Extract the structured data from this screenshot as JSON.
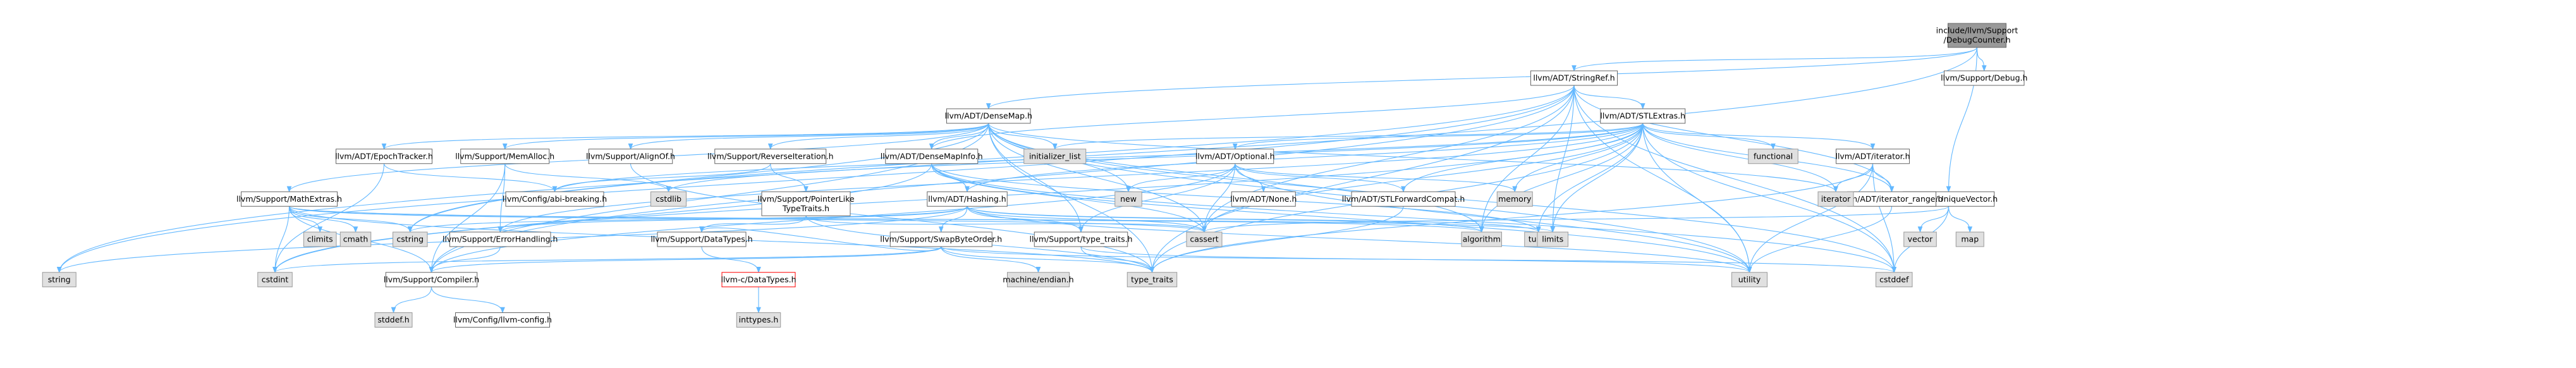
{
  "graph": {
    "title": "include/llvm/Support/DebugCounter.h",
    "colors": {
      "edge": "#63b8ff",
      "root_fill": "#999999",
      "internal_fill": "#ffffff",
      "external_fill": "#e0e0e0",
      "error_border": "#ff0000"
    },
    "nodes": [
      {
        "id": "root",
        "label": "include/llvm/Support\n/DebugCounter.h",
        "kind": "root"
      },
      {
        "id": "stringref",
        "label": "llvm/ADT/StringRef.h",
        "kind": "internal"
      },
      {
        "id": "debug",
        "label": "llvm/Support/Debug.h",
        "kind": "internal"
      },
      {
        "id": "uniquevector",
        "label": "llvm/ADT/UniqueVector.h",
        "kind": "internal"
      },
      {
        "id": "densemap",
        "label": "llvm/ADT/DenseMap.h",
        "kind": "internal"
      },
      {
        "id": "stlextras",
        "label": "llvm/ADT/STLExtras.h",
        "kind": "internal"
      },
      {
        "id": "epochtracker",
        "label": "llvm/ADT/EpochTracker.h",
        "kind": "internal"
      },
      {
        "id": "memalloc",
        "label": "llvm/Support/MemAlloc.h",
        "kind": "internal"
      },
      {
        "id": "alignof",
        "label": "llvm/Support/AlignOf.h",
        "kind": "internal"
      },
      {
        "id": "reverseiter",
        "label": "llvm/Support/ReverseIteration.h",
        "kind": "internal"
      },
      {
        "id": "densemapinfo",
        "label": "llvm/ADT/DenseMapInfo.h",
        "kind": "internal"
      },
      {
        "id": "initlist",
        "label": "initializer_list",
        "kind": "external"
      },
      {
        "id": "optional",
        "label": "llvm/ADT/Optional.h",
        "kind": "internal"
      },
      {
        "id": "functional",
        "label": "functional",
        "kind": "external"
      },
      {
        "id": "adtiterator",
        "label": "llvm/ADT/iterator.h",
        "kind": "internal"
      },
      {
        "id": "mathextras",
        "label": "llvm/Support/MathExtras.h",
        "kind": "internal"
      },
      {
        "id": "abibreaking",
        "label": "llvm/Config/abi-breaking.h",
        "kind": "internal"
      },
      {
        "id": "cstdlib",
        "label": "cstdlib",
        "kind": "external"
      },
      {
        "id": "pointerlike",
        "label": "llvm/Support/PointerLike\nTypeTraits.h",
        "kind": "internal"
      },
      {
        "id": "hashing",
        "label": "llvm/ADT/Hashing.h",
        "kind": "internal"
      },
      {
        "id": "new",
        "label": "new",
        "kind": "external"
      },
      {
        "id": "none",
        "label": "llvm/ADT/None.h",
        "kind": "internal"
      },
      {
        "id": "stlfwd",
        "label": "llvm/ADT/STLForwardCompat.h",
        "kind": "internal"
      },
      {
        "id": "memory",
        "label": "memory",
        "kind": "external"
      },
      {
        "id": "iteratorrange",
        "label": "llvm/ADT/iterator_range.h",
        "kind": "internal"
      },
      {
        "id": "iterator",
        "label": "iterator",
        "kind": "external"
      },
      {
        "id": "climits",
        "label": "climits",
        "kind": "external"
      },
      {
        "id": "cmath",
        "label": "cmath",
        "kind": "external"
      },
      {
        "id": "cstring",
        "label": "cstring",
        "kind": "external"
      },
      {
        "id": "errorhandling",
        "label": "llvm/Support/ErrorHandling.h",
        "kind": "internal"
      },
      {
        "id": "datatypes",
        "label": "llvm/Support/DataTypes.h",
        "kind": "internal"
      },
      {
        "id": "swapbyteorder",
        "label": "llvm/Support/SwapByteOrder.h",
        "kind": "internal"
      },
      {
        "id": "typetraitsh",
        "label": "llvm/Support/type_traits.h",
        "kind": "internal"
      },
      {
        "id": "cassert",
        "label": "cassert",
        "kind": "external"
      },
      {
        "id": "algorithm",
        "label": "algorithm",
        "kind": "external"
      },
      {
        "id": "tuple",
        "label": "tuple",
        "kind": "external"
      },
      {
        "id": "limits",
        "label": "limits",
        "kind": "external"
      },
      {
        "id": "vector",
        "label": "vector",
        "kind": "external"
      },
      {
        "id": "map",
        "label": "map",
        "kind": "external"
      },
      {
        "id": "string",
        "label": "string",
        "kind": "external"
      },
      {
        "id": "cstdint",
        "label": "cstdint",
        "kind": "external"
      },
      {
        "id": "compiler",
        "label": "llvm/Support/Compiler.h",
        "kind": "internal"
      },
      {
        "id": "cdatatypes",
        "label": "llvm-c/DataTypes.h",
        "kind": "error"
      },
      {
        "id": "machineendian",
        "label": "machine/endian.h",
        "kind": "external"
      },
      {
        "id": "typetraits",
        "label": "type_traits",
        "kind": "external"
      },
      {
        "id": "utility",
        "label": "utility",
        "kind": "external"
      },
      {
        "id": "cstddef",
        "label": "cstddef",
        "kind": "external"
      },
      {
        "id": "stddef",
        "label": "stddef.h",
        "kind": "external"
      },
      {
        "id": "llvmconfig",
        "label": "llvm/Config/llvm-config.h",
        "kind": "internal"
      },
      {
        "id": "inttypes",
        "label": "inttypes.h",
        "kind": "external"
      }
    ],
    "edges": [
      [
        "root",
        "stringref"
      ],
      [
        "root",
        "debug"
      ],
      [
        "root",
        "uniquevector"
      ],
      [
        "root",
        "densemap"
      ],
      [
        "root",
        "string"
      ],
      [
        "stringref",
        "stlextras"
      ],
      [
        "stringref",
        "densemapinfo"
      ],
      [
        "stringref",
        "compiler"
      ],
      [
        "stringref",
        "algorithm"
      ],
      [
        "stringref",
        "cassert"
      ],
      [
        "stringref",
        "cstddef"
      ],
      [
        "stringref",
        "cstring"
      ],
      [
        "stringref",
        "limits"
      ],
      [
        "stringref",
        "string"
      ],
      [
        "stringref",
        "typetraits"
      ],
      [
        "stringref",
        "utility"
      ],
      [
        "stringref",
        "iteratorrange"
      ],
      [
        "uniquevector",
        "cassert"
      ],
      [
        "uniquevector",
        "map"
      ],
      [
        "uniquevector",
        "vector"
      ],
      [
        "uniquevector",
        "cstddef"
      ],
      [
        "densemap",
        "epochtracker"
      ],
      [
        "densemap",
        "memalloc"
      ],
      [
        "densemap",
        "alignof"
      ],
      [
        "densemap",
        "reverseiter"
      ],
      [
        "densemap",
        "densemapinfo"
      ],
      [
        "densemap",
        "initlist"
      ],
      [
        "densemap",
        "mathextras"
      ],
      [
        "densemap",
        "compiler"
      ],
      [
        "densemap",
        "typetraitsh"
      ],
      [
        "densemap",
        "algorithm"
      ],
      [
        "densemap",
        "cassert"
      ],
      [
        "densemap",
        "cstddef"
      ],
      [
        "densemap",
        "cstring"
      ],
      [
        "densemap",
        "iterator"
      ],
      [
        "densemap",
        "new"
      ],
      [
        "densemap",
        "typetraits"
      ],
      [
        "densemap",
        "utility"
      ],
      [
        "stlextras",
        "hashing"
      ],
      [
        "stlextras",
        "optional"
      ],
      [
        "stlextras",
        "stlfwd"
      ],
      [
        "stlextras",
        "adtiterator"
      ],
      [
        "stlextras",
        "iteratorrange"
      ],
      [
        "stlextras",
        "abibreaking"
      ],
      [
        "stlextras",
        "errorhandling"
      ],
      [
        "stlextras",
        "algorithm"
      ],
      [
        "stlextras",
        "cassert"
      ],
      [
        "stlextras",
        "cstddef"
      ],
      [
        "stlextras",
        "cstdint"
      ],
      [
        "stlextras",
        "cstdlib"
      ],
      [
        "stlextras",
        "functional"
      ],
      [
        "stlextras",
        "initlist"
      ],
      [
        "stlextras",
        "iterator"
      ],
      [
        "stlextras",
        "limits"
      ],
      [
        "stlextras",
        "memory"
      ],
      [
        "stlextras",
        "tuple"
      ],
      [
        "stlextras",
        "typetraits"
      ],
      [
        "stlextras",
        "utility"
      ],
      [
        "epochtracker",
        "abibreaking"
      ],
      [
        "epochtracker",
        "cstdint"
      ],
      [
        "memalloc",
        "compiler"
      ],
      [
        "memalloc",
        "errorhandling"
      ],
      [
        "memalloc",
        "cstdlib"
      ],
      [
        "alignof",
        "typetraits"
      ],
      [
        "reverseiter",
        "abibreaking"
      ],
      [
        "reverseiter",
        "pointerlike"
      ],
      [
        "densemapinfo",
        "hashing"
      ],
      [
        "densemapinfo",
        "cassert"
      ],
      [
        "densemapinfo",
        "cstddef"
      ],
      [
        "densemapinfo",
        "cstdint"
      ],
      [
        "densemapinfo",
        "tuple"
      ],
      [
        "densemapinfo",
        "utility"
      ],
      [
        "optional",
        "none"
      ],
      [
        "optional",
        "stlfwd"
      ],
      [
        "optional",
        "compiler"
      ],
      [
        "optional",
        "typetraitsh"
      ],
      [
        "optional",
        "cassert"
      ],
      [
        "optional",
        "memory"
      ],
      [
        "optional",
        "new"
      ],
      [
        "optional",
        "utility"
      ],
      [
        "adtiterator",
        "iteratorrange"
      ],
      [
        "adtiterator",
        "cstddef"
      ],
      [
        "adtiterator",
        "iterator"
      ],
      [
        "adtiterator",
        "typetraits"
      ],
      [
        "adtiterator",
        "utility"
      ],
      [
        "mathextras",
        "compiler"
      ],
      [
        "mathextras",
        "algorithm"
      ],
      [
        "mathextras",
        "cassert"
      ],
      [
        "mathextras",
        "climits"
      ],
      [
        "mathextras",
        "cmath"
      ],
      [
        "mathextras",
        "cstdint"
      ],
      [
        "mathextras",
        "cstring"
      ],
      [
        "mathextras",
        "limits"
      ],
      [
        "mathextras",
        "typetraits"
      ],
      [
        "pointerlike",
        "datatypes"
      ],
      [
        "pointerlike",
        "cassert"
      ],
      [
        "pointerlike",
        "typetraits"
      ],
      [
        "hashing",
        "errorhandling"
      ],
      [
        "hashing",
        "swapbyteorder"
      ],
      [
        "hashing",
        "typetraitsh"
      ],
      [
        "hashing",
        "algorithm"
      ],
      [
        "hashing",
        "cassert"
      ],
      [
        "hashing",
        "cstring"
      ],
      [
        "hashing",
        "string"
      ],
      [
        "hashing",
        "tuple"
      ],
      [
        "hashing",
        "utility"
      ],
      [
        "stlfwd",
        "typetraits"
      ],
      [
        "iteratorrange",
        "utility"
      ],
      [
        "errorhandling",
        "compiler"
      ],
      [
        "datatypes",
        "cdatatypes"
      ],
      [
        "swapbyteorder",
        "compiler"
      ],
      [
        "swapbyteorder",
        "datatypes"
      ],
      [
        "swapbyteorder",
        "cstddef"
      ],
      [
        "swapbyteorder",
        "cstdint"
      ],
      [
        "swapbyteorder",
        "typetraits"
      ],
      [
        "swapbyteorder",
        "machineendian"
      ],
      [
        "typetraitsh",
        "typetraits"
      ],
      [
        "typetraitsh",
        "utility"
      ],
      [
        "compiler",
        "llvmconfig"
      ],
      [
        "compiler",
        "stddef"
      ],
      [
        "cdatatypes",
        "inttypes"
      ]
    ]
  }
}
